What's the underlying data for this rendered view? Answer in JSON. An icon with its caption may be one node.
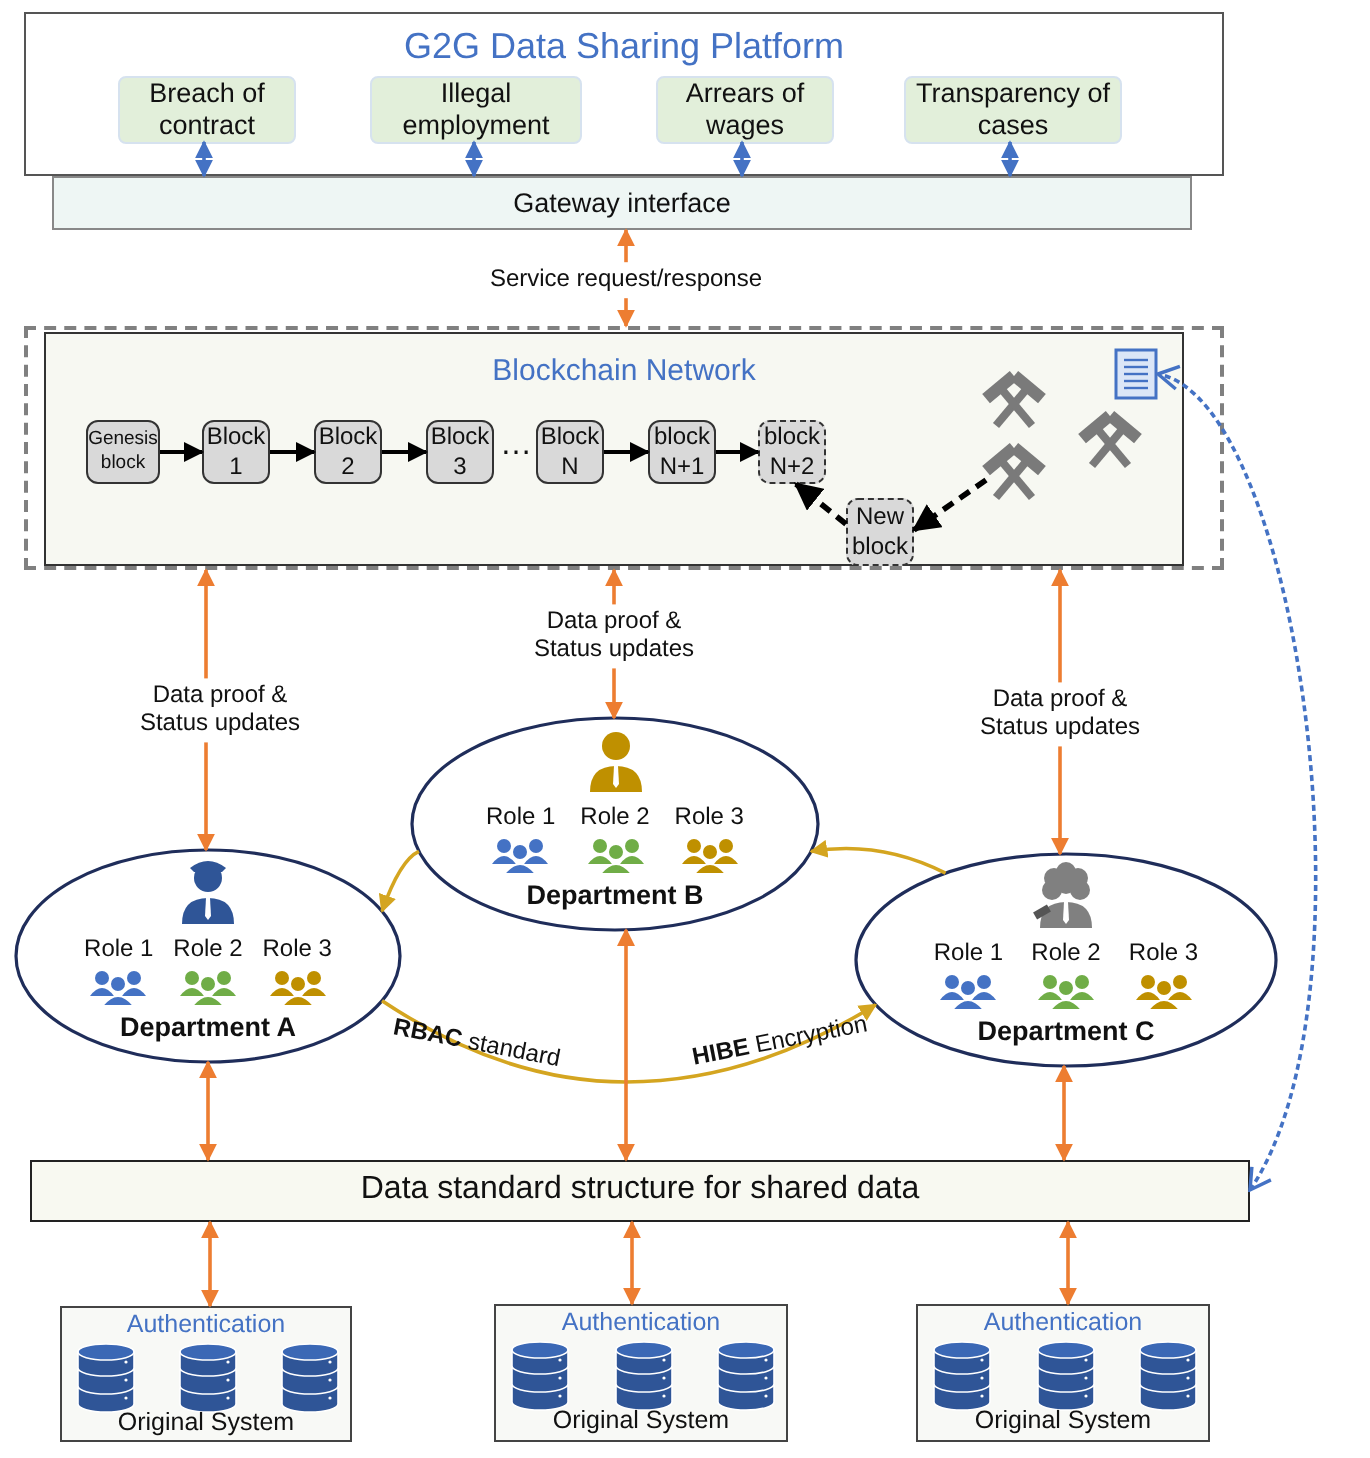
{
  "diagram": {
    "nodes": [
      {
        "text": [
          "G2G Data Sharing Platform"
        ]
      },
      {
        "text": [
          "Breach of contract"
        ],
        "in": 0
      },
      {
        "text": [
          "Illegal employment"
        ],
        "in": 0
      },
      {
        "text": [
          "Arrears of wages"
        ],
        "in": 0
      },
      {
        "text": [
          "Transparency of cases"
        ],
        "in": 0
      },
      {
        "text": [
          "Gateway interface"
        ]
      },
      {
        "text": [
          "Blockchain Network"
        ]
      },
      {
        "text": [
          "Genesis block"
        ],
        "in": 6
      },
      {
        "text": [
          "Block 1"
        ],
        "in": 6
      },
      {
        "text": [
          "Block 2"
        ],
        "in": 6
      },
      {
        "text": [
          "Block 3"
        ],
        "in": 6
      },
      {
        "text": [
          "Block N"
        ],
        "in": 6
      },
      {
        "text": [
          "block N+1"
        ],
        "in": 6
      },
      {
        "text": [
          "block N+2"
        ],
        "in": 6
      },
      {
        "text": [
          "New block"
        ],
        "in": 6
      },
      {
        "text": [],
        "shape": "picture",
        "in": 6
      },
      {
        "text": [],
        "shape": "picture",
        "in": 6
      },
      {
        "text": [
          "Role 1",
          "Role 2",
          "Role 3",
          "Department B"
        ]
      },
      {
        "text": [
          "Role 1",
          "Role 2",
          "Role 3",
          "Department A"
        ]
      },
      {
        "text": [
          "Role 1",
          "Role 2",
          "Role 3",
          "Department C"
        ]
      },
      {
        "text": [
          "Data standard structure for shared data"
        ]
      },
      {
        "text": [
          "Authentication",
          "Original System"
        ]
      },
      {
        "text": [
          "Authentication",
          "Original System"
        ]
      },
      {
        "text": [
          "Authentication",
          "Original System"
        ]
      }
    ],
    "edges": [
      {
        "from": 1,
        "to": 5,
        "arrow": "both",
        "color": "#4472c4"
      },
      {
        "from": 2,
        "to": 5,
        "arrow": "both",
        "color": "#4472c4"
      },
      {
        "from": 3,
        "to": 5,
        "arrow": "both",
        "color": "#4472c4"
      },
      {
        "from": 4,
        "to": 5,
        "arrow": "both",
        "color": "#4472c4"
      },
      {
        "from": 5,
        "to": 6,
        "arrow": "both",
        "label": "Service request/response"
      },
      {
        "from": 7,
        "to": 8,
        "arrow": "to",
        "color": "#000000"
      },
      {
        "from": 8,
        "to": 9,
        "arrow": "to",
        "color": "#000000"
      },
      {
        "from": 9,
        "to": 10,
        "arrow": "to",
        "color": "#000000"
      },
      {
        "from": 11,
        "to": 12,
        "arrow": "to",
        "color": "#000000"
      },
      {
        "from": 12,
        "to": 13,
        "arrow": "to",
        "color": "#000000"
      },
      {
        "from": 14,
        "to": 13,
        "arrow": "to",
        "style": "dashed",
        "color": "#000000"
      },
      {
        "from": 15,
        "to": 14,
        "arrow": "to",
        "style": "dashed",
        "color": "#000000"
      },
      {
        "from": 6,
        "to": 18,
        "arrow": "both",
        "label": "Data proof & Status updates"
      },
      {
        "from": 6,
        "to": 17,
        "arrow": "both",
        "label": "Data proof & Status updates"
      },
      {
        "from": 6,
        "to": 19,
        "arrow": "both",
        "label": "Data proof & Status updates"
      },
      {
        "from": 17,
        "to": 18,
        "arrow": "to",
        "color": "#d4a520"
      },
      {
        "from": 18,
        "to": 19,
        "arrow": "to",
        "color": "#d4a520",
        "label": "**RBAC** standard"
      },
      {
        "from": 19,
        "to": 17,
        "arrow": "to",
        "color": "#d4a520"
      },
      {
        "from": 18,
        "to": 20,
        "arrow": "both"
      },
      {
        "from": 17,
        "to": 20,
        "arrow": "both"
      },
      {
        "from": 19,
        "to": 20,
        "arrow": "both"
      },
      {
        "from": 20,
        "to": 21,
        "arrow": "both"
      },
      {
        "from": 20,
        "to": 22,
        "arrow": "both"
      },
      {
        "from": 20,
        "to": 23,
        "arrow": "both"
      },
      {
        "from": 20,
        "to": 16,
        "arrow": "both",
        "style": "dashed",
        "color": "#4472c4"
      }
    ],
    "labels": [
      "…",
      "**HIBE** Encryption"
    ]
  }
}
